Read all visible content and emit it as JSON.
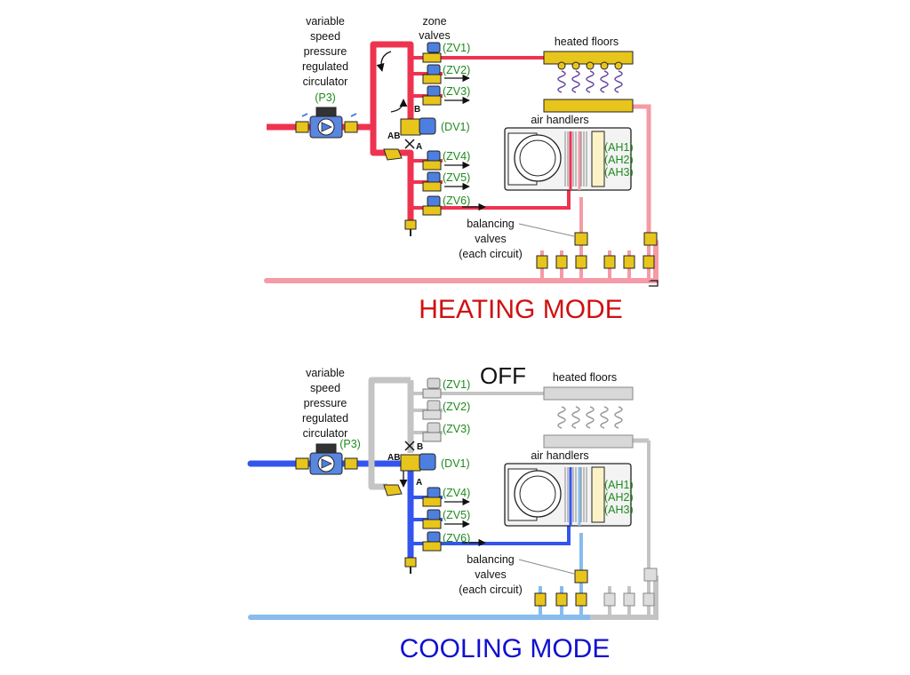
{
  "colors": {
    "hot_supply": "#ee3350",
    "hot_return": "#f59aa6",
    "cold_supply": "#3355ee",
    "cold_return": "#88bbee",
    "off_pipe": "#c4c4c4",
    "valve_brass": "#e8c51c",
    "actuator": "#4d7fe0",
    "heating_title": "#d01010",
    "cooling_title": "#1010d0",
    "label_green": "#1e8a1e"
  },
  "heating": {
    "circulator_label": [
      "variable",
      "speed",
      "pressure",
      "regulated",
      "circulator"
    ],
    "circulator_tag": "(P3)",
    "zone_valves_label": [
      "zone",
      "valves"
    ],
    "zone_tags": [
      "(ZV1)",
      "(ZV2)",
      "(ZV3)",
      "(ZV4)",
      "(ZV5)",
      "(ZV6)"
    ],
    "diverter_tag": "(DV1)",
    "port_ab": "AB",
    "port_a": "A",
    "port_b": "B",
    "heated_floors": "heated floors",
    "air_handlers": "air handlers",
    "ah_tags": [
      "(AH1)",
      "(AH2)",
      "(AH3)"
    ],
    "balancing_label": [
      "balancing",
      "valves",
      "(each circuit)"
    ],
    "mode_title": "HEATING MODE"
  },
  "cooling": {
    "circulator_label": [
      "variable",
      "speed",
      "pressure",
      "regulated",
      "circulator"
    ],
    "circulator_tag": "(P3)",
    "status": "OFF",
    "zone_tags": [
      "(ZV1)",
      "(ZV2)",
      "(ZV3)",
      "(ZV4)",
      "(ZV5)",
      "(ZV6)"
    ],
    "diverter_tag": "(DV1)",
    "port_ab": "AB",
    "port_a": "A",
    "port_b": "B",
    "heated_floors": "heated floors",
    "air_handlers": "air handlers",
    "ah_tags": [
      "(AH1)",
      "(AH2)",
      "(AH3)"
    ],
    "balancing_label": [
      "balancing",
      "valves",
      "(each circuit)"
    ],
    "mode_title": "COOLING MODE"
  }
}
